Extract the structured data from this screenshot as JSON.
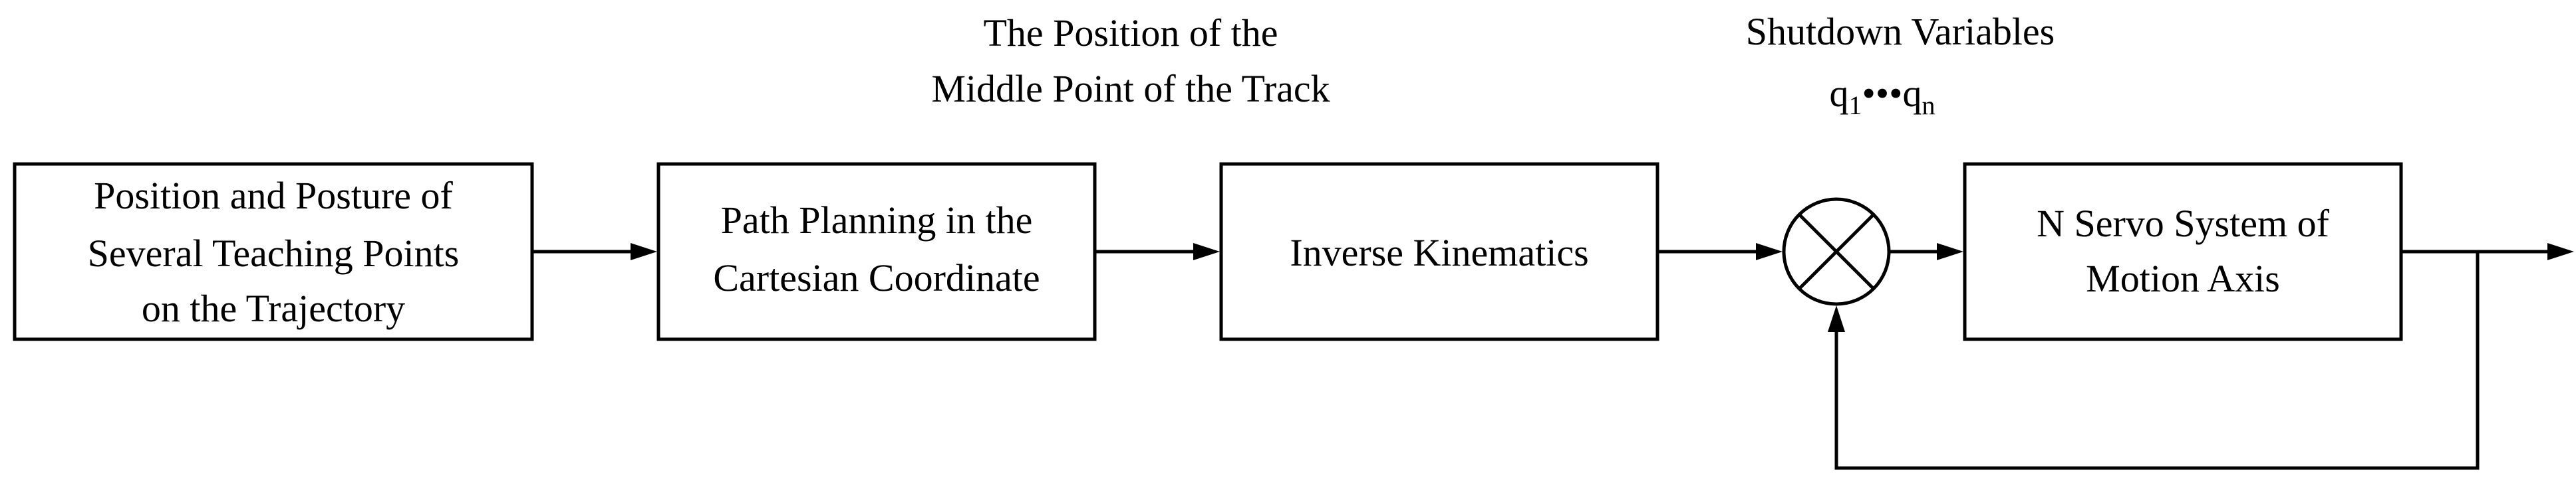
{
  "blocks": {
    "teaching_points": {
      "lines": [
        "Position and Posture of",
        "Several Teaching Points",
        "on the Trajectory"
      ]
    },
    "path_planning": {
      "lines": [
        "Path Planning in the",
        "Cartesian Coordinate"
      ]
    },
    "inverse_kinematics": {
      "lines": [
        "Inverse Kinematics"
      ]
    },
    "servo_system": {
      "lines": [
        "N Servo System of",
        "Motion Axis"
      ]
    }
  },
  "annotations": {
    "track_midpoint": {
      "lines": [
        "The Position of the",
        "Middle Point of the Track"
      ]
    },
    "shutdown": {
      "title": "Shutdown Variables",
      "q_base": "q",
      "q_first_sub": "1",
      "ellipsis": "•••",
      "q_last_sub": "n"
    }
  },
  "summing_junction": {
    "symbol": "comparator"
  }
}
